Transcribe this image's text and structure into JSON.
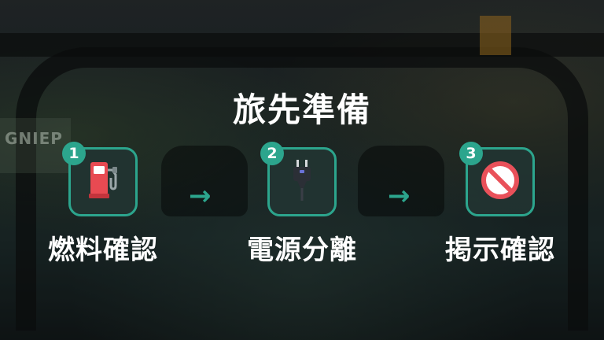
{
  "title": "旅先準備",
  "background_sign": "GNIEP",
  "steps": [
    {
      "number": "1",
      "label": "燃料確認",
      "icon": "fuel-pump-icon"
    },
    {
      "number": "2",
      "label": "電源分離",
      "icon": "power-plug-icon"
    },
    {
      "number": "3",
      "label": "掲示確認",
      "icon": "no-entry-icon"
    }
  ],
  "arrow_glyph": "→",
  "colors": {
    "accent": "#2ca58d",
    "text": "#ffffff"
  }
}
